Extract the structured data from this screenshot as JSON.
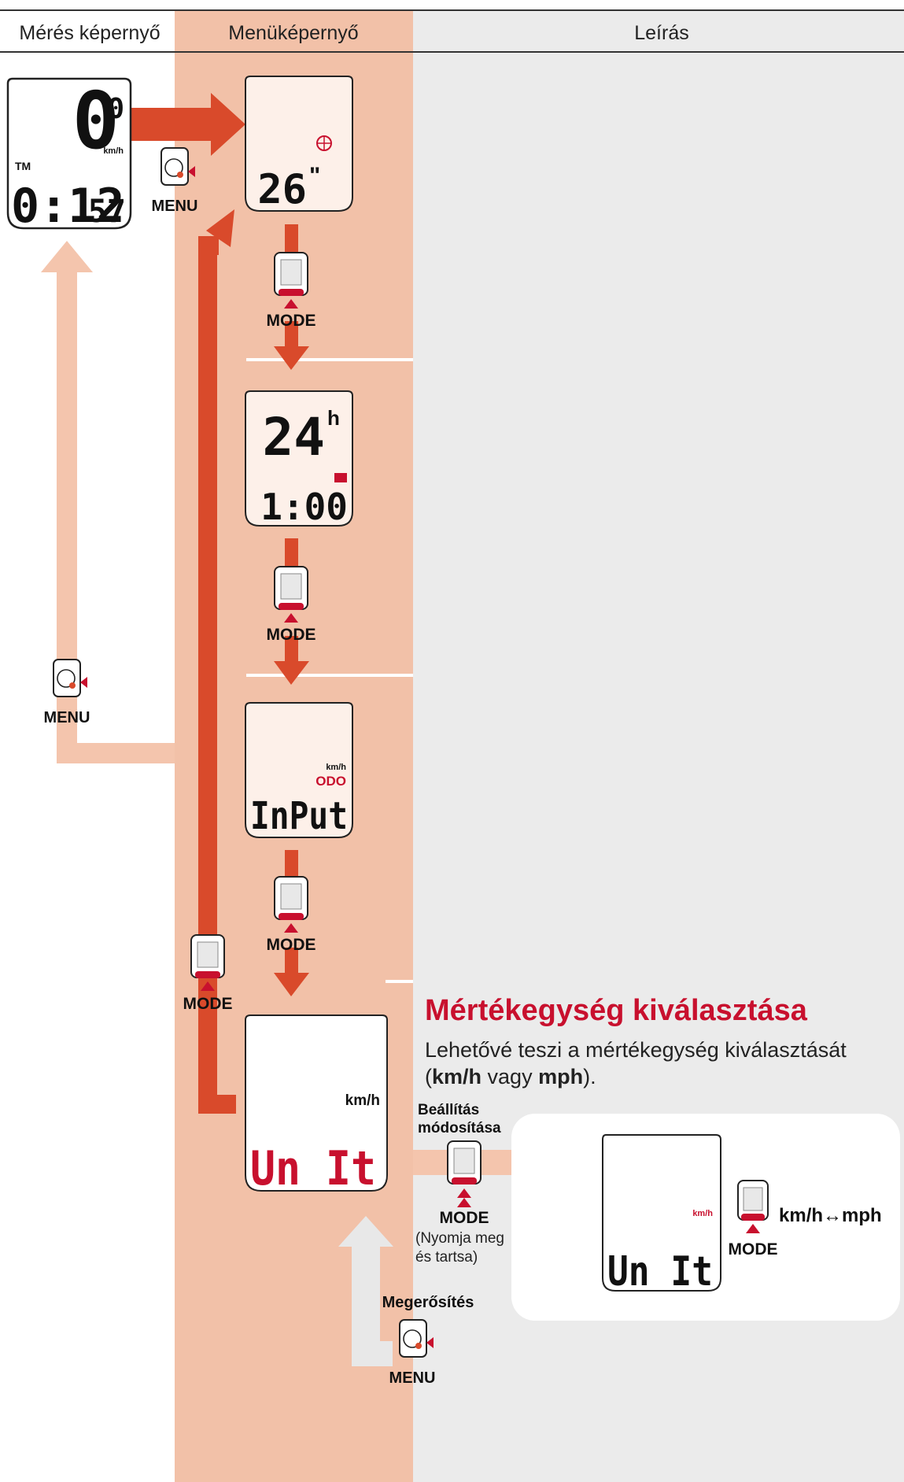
{
  "headers": {
    "measurement": "Mérés képernyő",
    "menu": "Menüképernyő",
    "description": "Leírás"
  },
  "measurement_screen": {
    "speed": "0",
    "speed_small": "0",
    "speed_unit": "km/h",
    "tm_label": "TM",
    "time": "0:12",
    "time_small": "57"
  },
  "buttons": {
    "menu": "MENU",
    "mode": "MODE"
  },
  "menu_screens": {
    "wheel": {
      "value": "26",
      "unit": "\""
    },
    "clock": {
      "value": "24",
      "unit": "h",
      "time": "1:00"
    },
    "odo": {
      "unit": "km/h",
      "label": "ODO",
      "value": "InPut"
    },
    "units": {
      "unit": "km/h",
      "value": "Un It"
    }
  },
  "description": {
    "title": "Mértékegység kiválasztása",
    "body_line1": "Lehetővé teszi a mértékegység kiválasztását",
    "body_line2_open": "(",
    "body_kmh": "km/h",
    "body_or": " vagy ",
    "body_mph": "mph",
    "body_close": ")."
  },
  "change_setting": {
    "label_line1": "Beállítás",
    "label_line2": "módosítása",
    "hold_line1": "(Nyomja meg",
    "hold_line2": "és tartsa)"
  },
  "confirm": {
    "label": "Megerősítés"
  },
  "toggle": {
    "screen_unit": "km/h",
    "screen_value": "Un It",
    "text": "km/h↔mph"
  },
  "colors": {
    "accent": "#d94a2b",
    "lcd_red": "#c8102e",
    "column_bg": "#f2c1a8",
    "desc_bg": "#ebebeb",
    "light_arrow": "#f4c5ad",
    "gray_arrow": "#e8e8e8"
  }
}
